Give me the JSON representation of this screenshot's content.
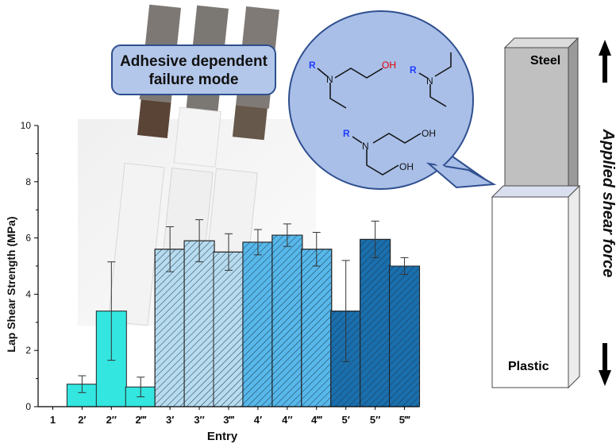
{
  "callout": {
    "line1": "Adhesive dependent",
    "line2": "failure mode"
  },
  "diagram": {
    "steel_label": "Steel",
    "plastic_label": "Plastic",
    "force_label": "Applied shear force"
  },
  "molecules": {
    "r_label": "R",
    "n_label": "N",
    "oh_label": "OH"
  },
  "colors": {
    "c1": "#33e6e0",
    "c2": "#b8dcef",
    "c3": "#57b8ea",
    "c4": "#1a6fad",
    "callout_fill": "#b3c7ea",
    "bubble_fill": "#a9bfe8",
    "steel": "#c0c0c0"
  },
  "chart_data": {
    "type": "bar",
    "xlabel": "Entry",
    "ylabel": "Lap Shear Strength (MPa)",
    "ylim": [
      0,
      10
    ],
    "yticks": [
      "0",
      "2",
      "4",
      "6",
      "8",
      "10"
    ],
    "grid": false,
    "categories": [
      "1",
      "2′",
      "2″",
      "2‴",
      "3′",
      "3″",
      "3‴",
      "4′",
      "4″",
      "4‴",
      "5′",
      "5″",
      "5‴"
    ],
    "values": [
      0,
      0.8,
      3.4,
      0.7,
      5.6,
      5.9,
      5.5,
      5.85,
      6.1,
      5.6,
      3.4,
      5.95,
      5.0
    ],
    "errors": [
      0,
      0.3,
      1.75,
      0.35,
      0.8,
      0.75,
      0.65,
      0.45,
      0.4,
      0.6,
      1.8,
      0.65,
      0.3
    ],
    "bar_colors": [
      "#33e6e0",
      "#33e6e0",
      "#33e6e0",
      "#33e6e0",
      "#b8dcef",
      "#b8dcef",
      "#b8dcef",
      "#57b8ea",
      "#57b8ea",
      "#57b8ea",
      "#1a6fad",
      "#1a6fad",
      "#1a6fad"
    ],
    "hatched": [
      false,
      false,
      false,
      false,
      true,
      true,
      true,
      true,
      true,
      true,
      true,
      true,
      true
    ]
  }
}
